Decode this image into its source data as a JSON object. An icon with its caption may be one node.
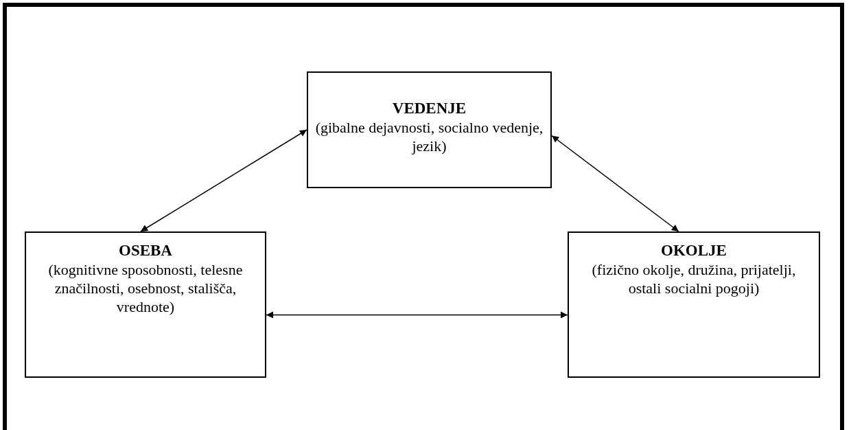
{
  "diagram": {
    "nodes": [
      {
        "text": [
          "VEDENJE",
          "(gibalne dejavnosti, socialno vedenje, jezik)"
        ]
      },
      {
        "text": [
          "OSEBA",
          "(kognitivne sposobnosti, telesne značilnosti, osebnost, stališča, vrednote)"
        ]
      },
      {
        "text": [
          "OKOLJE",
          "(fizično okolje, družina, prijatelji, ostali socialni pogoji)"
        ]
      }
    ],
    "edges": [
      {
        "from": 1,
        "to": 0,
        "arrow": "both"
      },
      {
        "from": 0,
        "to": 2,
        "arrow": "both"
      },
      {
        "from": 1,
        "to": 2,
        "arrow": "both"
      }
    ]
  }
}
